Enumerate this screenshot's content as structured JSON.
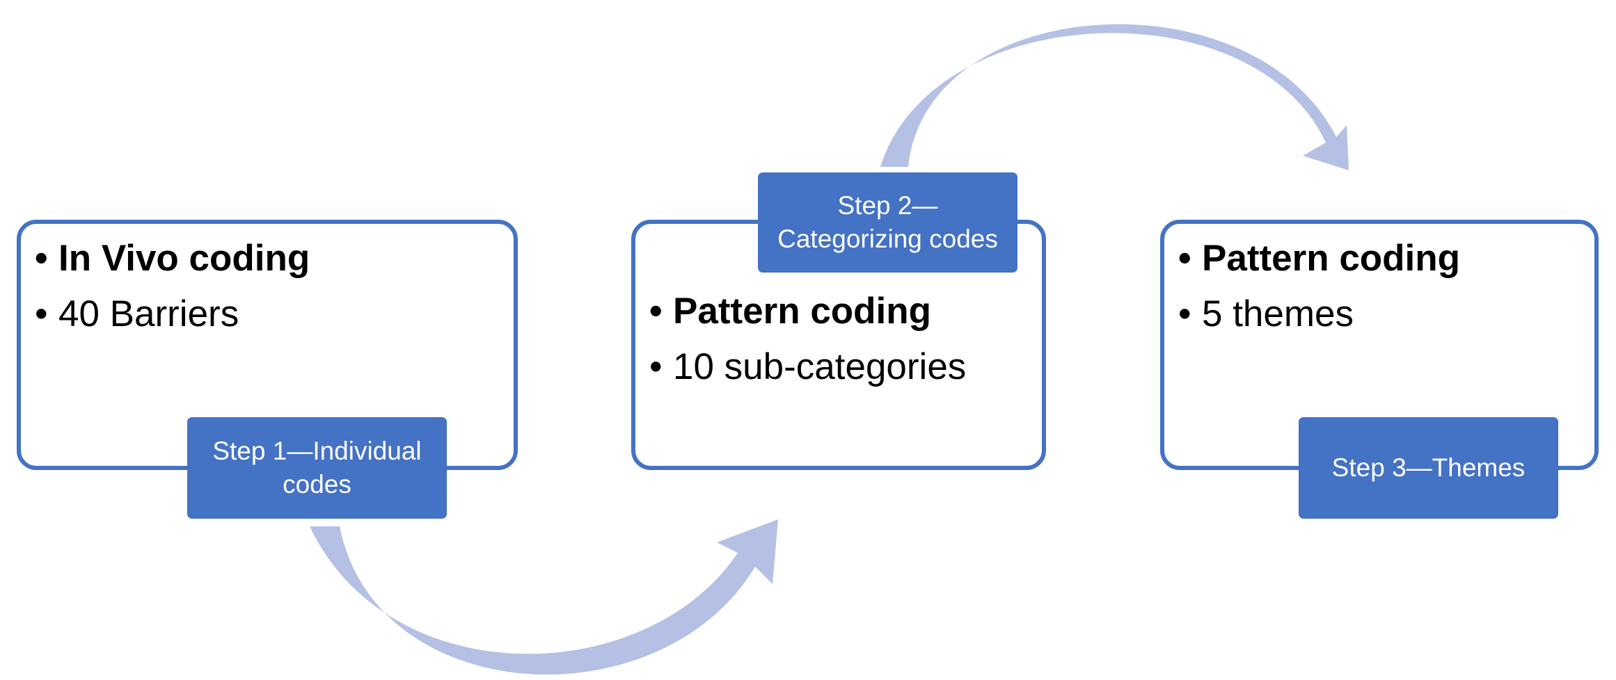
{
  "steps": [
    {
      "label": "Step 1—Individual\ncodes",
      "items": [
        {
          "text": "In Vivo coding"
        },
        {
          "text": "40 Barriers"
        }
      ]
    },
    {
      "label": "Step 2—\nCategorizing codes",
      "items": [
        {
          "text": "Pattern coding"
        },
        {
          "text": "10 sub-categories"
        }
      ]
    },
    {
      "label": "Step 3—Themes",
      "items": [
        {
          "text": "Pattern coding"
        },
        {
          "text": "5 themes"
        }
      ]
    }
  ],
  "colors": {
    "box_border": "#4472c4",
    "label_fill": "#4472c4",
    "arrow_fill": "#b4c1e4"
  }
}
